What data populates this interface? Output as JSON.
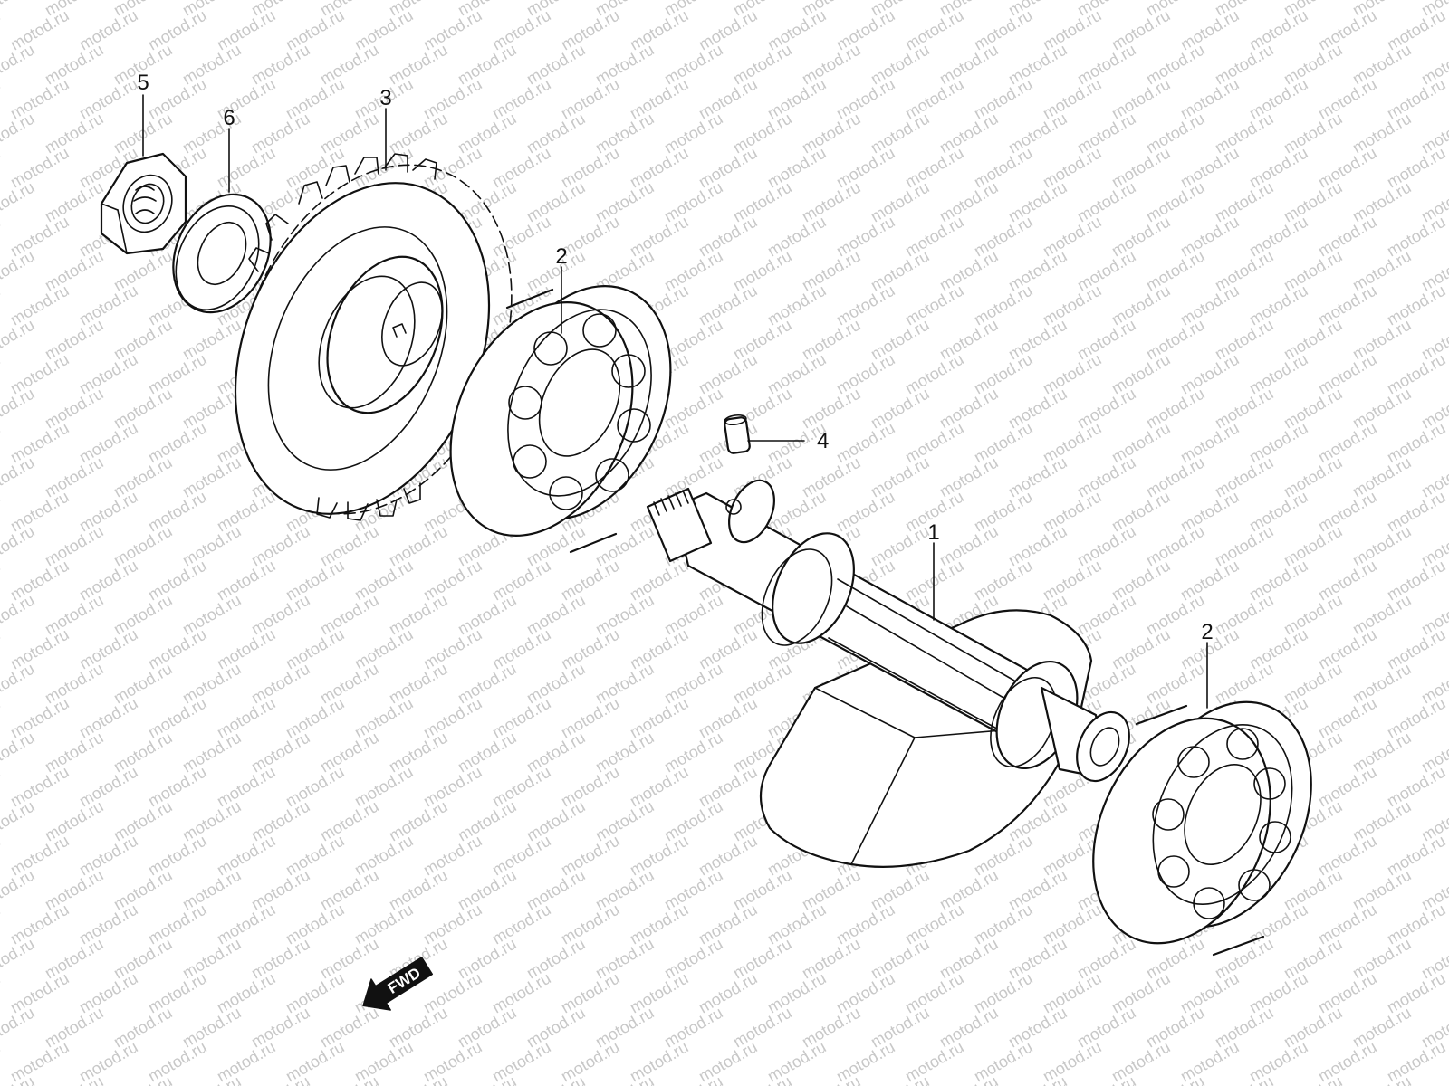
{
  "diagram": {
    "watermark_text": "motod.ru",
    "direction_arrow_label": "FWD",
    "callouts": [
      {
        "id": "callout-5",
        "number": "5",
        "part": "nut"
      },
      {
        "id": "callout-6",
        "number": "6",
        "part": "washer"
      },
      {
        "id": "callout-3",
        "number": "3",
        "part": "gear"
      },
      {
        "id": "callout-2a",
        "number": "2",
        "part": "bearing"
      },
      {
        "id": "callout-4",
        "number": "4",
        "part": "pin"
      },
      {
        "id": "callout-1",
        "number": "1",
        "part": "balancer-shaft"
      },
      {
        "id": "callout-2b",
        "number": "2",
        "part": "bearing"
      }
    ]
  }
}
